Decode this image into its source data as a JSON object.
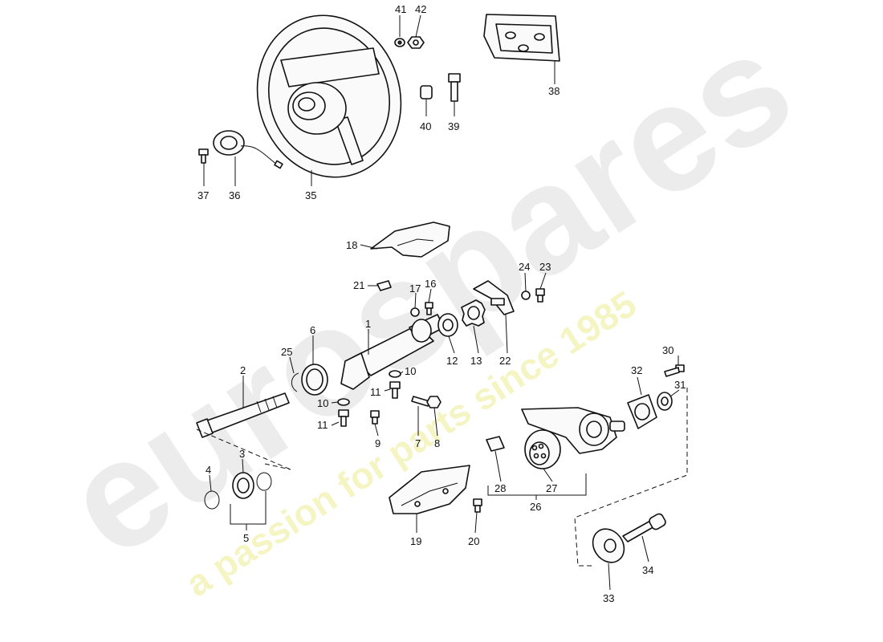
{
  "watermark": {
    "brand": "eurospares",
    "tagline": "a passion for parts since 1985",
    "brand_color": "#dcdcdc",
    "tagline_color": "#f3f3b8"
  },
  "callouts": {
    "c1": "1",
    "c2": "2",
    "c3": "3",
    "c4": "4",
    "c5": "5",
    "c6": "6",
    "c7": "7",
    "c8": "8",
    "c9": "9",
    "c10a": "10",
    "c10b": "10",
    "c11a": "11",
    "c11b": "11",
    "c12": "12",
    "c13": "13",
    "c16": "16",
    "c17": "17",
    "c18": "18",
    "c19": "19",
    "c20": "20",
    "c21": "21",
    "c22": "22",
    "c23": "23",
    "c24": "24",
    "c25": "25",
    "c26": "26",
    "c27": "27",
    "c28": "28",
    "c30": "30",
    "c31": "31",
    "c32": "32",
    "c33": "33",
    "c34": "34",
    "c35": "35",
    "c36": "36",
    "c37": "37",
    "c38": "38",
    "c39": "39",
    "c40": "40",
    "c41": "41",
    "c42": "42"
  }
}
